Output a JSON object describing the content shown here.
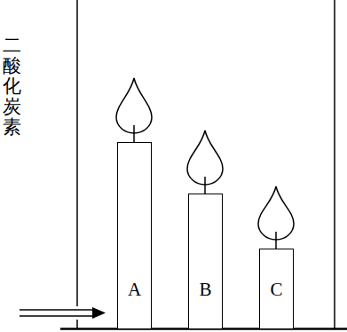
{
  "diagram": {
    "nodes": [
      {
        "text": [
          "A"
        ]
      },
      {
        "text": [
          "B"
        ]
      },
      {
        "text": [
          "C"
        ]
      }
    ],
    "labels": [
      "二酸化炭素"
    ]
  }
}
